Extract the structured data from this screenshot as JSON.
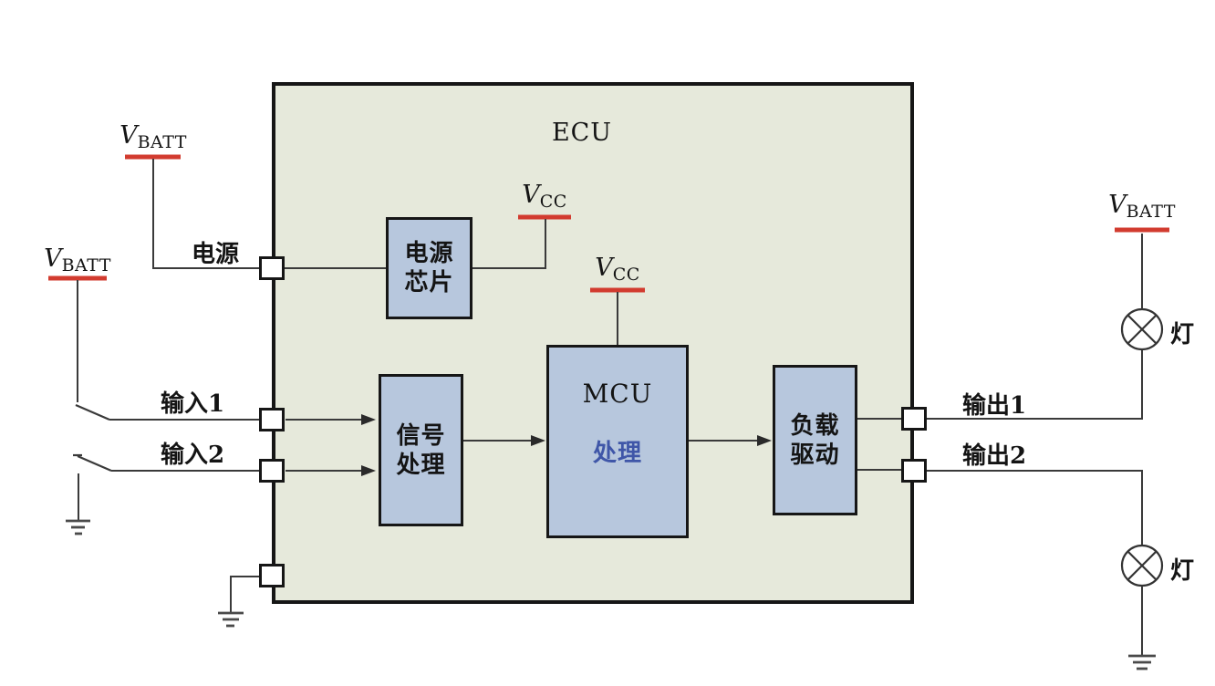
{
  "diagram_title": "ECU",
  "ecu": {
    "label": "ECU"
  },
  "blocks": {
    "power_chip": {
      "line1": "电源",
      "line2": "芯片"
    },
    "signal": {
      "line1": "信号",
      "line2": "处理"
    },
    "mcu": {
      "line1": "MCU",
      "line2": "处理"
    },
    "load": {
      "line1": "负载",
      "line2": "驱动"
    }
  },
  "ports": {
    "power": {
      "label": "电源"
    },
    "input1": {
      "label": "输入1"
    },
    "input2": {
      "label": "输入2"
    },
    "output1": {
      "label": "输出1"
    },
    "output2": {
      "label": "输出2"
    }
  },
  "rails": {
    "vbatt": {
      "symbol": "V",
      "sub": "BATT"
    },
    "vcc": {
      "symbol": "V",
      "sub": "CC"
    }
  },
  "lamp": {
    "label": "灯"
  },
  "colors": {
    "ecu_fill": "#e6e9db",
    "block_fill": "#b7c7dd",
    "rail_red": "#d23b2f",
    "wire": "#3a3a3a",
    "mcu_line2_blue": "#3f56a8"
  }
}
